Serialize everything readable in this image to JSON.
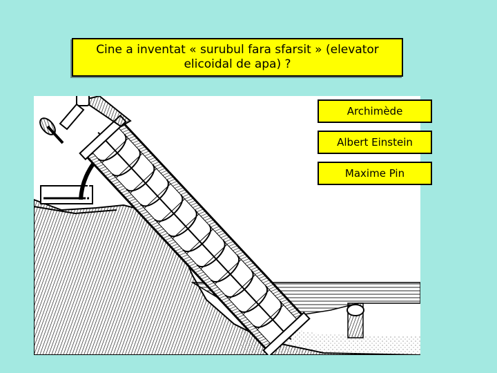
{
  "question": {
    "text": "Cine a inventat « surubul fara sfarsit » (elevator elicoidal de apa) ?"
  },
  "illustration": {
    "subject": "archimedes-screw-engraving"
  },
  "answers": [
    {
      "label": "Archimède"
    },
    {
      "label": "Albert Einstein"
    },
    {
      "label": "Maxime Pin"
    }
  ],
  "colors": {
    "background": "#a3e9e1",
    "box": "#ffff00",
    "border": "#000000"
  }
}
